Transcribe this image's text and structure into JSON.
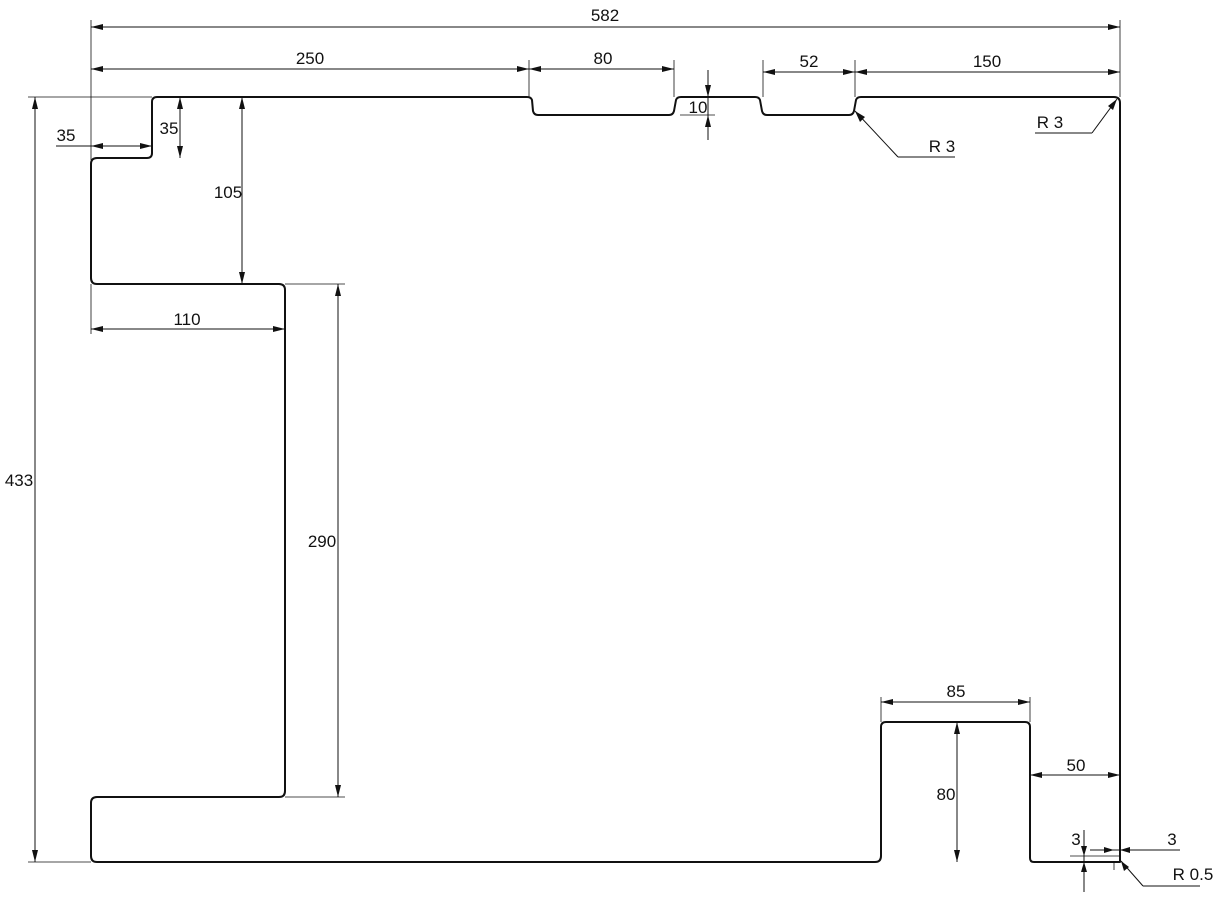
{
  "colors": {
    "line": "#111111",
    "background": "#ffffff"
  },
  "dimensions": {
    "overall_width": "582",
    "top_left_run": "250",
    "top_slot_1_width": "80",
    "top_slot_depth": "10",
    "top_slot_2_width": "52",
    "top_right_run": "150",
    "radius_slot": "R 3",
    "radius_corner": "R 3",
    "overall_height": "433",
    "step_width": "35",
    "step_height": "35",
    "upper_pocket_height": "105",
    "pocket_width": "110",
    "lower_pocket_height": "290",
    "bottom_notch_width": "85",
    "bottom_notch_height": "80",
    "notch_to_edge": "50",
    "lip_height": "3",
    "lip_width": "3",
    "radius_small": "R 0.5"
  }
}
